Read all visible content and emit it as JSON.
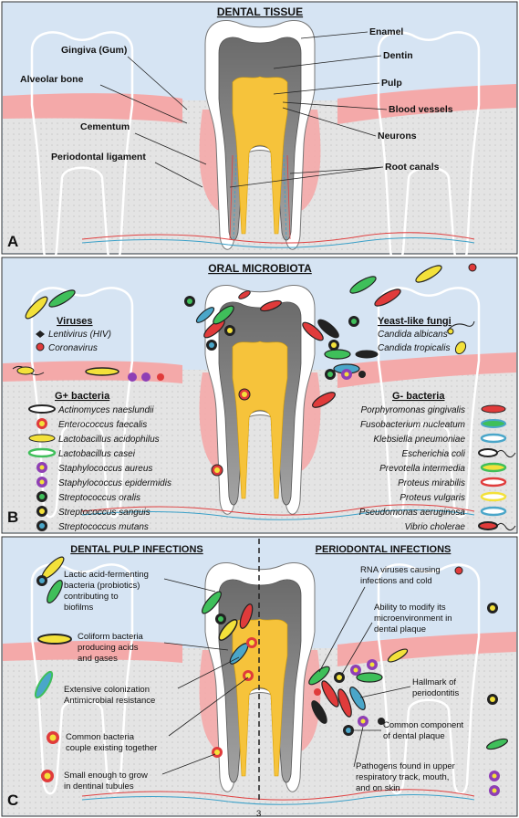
{
  "panelA": {
    "letter": "A",
    "title": "DENTAL TISSUE",
    "labels": {
      "enamel": "Enamel",
      "dentin": "Dentin",
      "pulp": "Pulp",
      "blood_vessels": "Blood vessels",
      "neurons": "Neurons",
      "root_canals": "Root canals",
      "gingiva": "Gingiva (Gum)",
      "alveolar_bone": "Alveolar bone",
      "cementum": "Cementum",
      "periodontal_ligament": "Periodontal ligament"
    }
  },
  "panelB": {
    "letter": "B",
    "title": "ORAL MICROBIOTA",
    "viruses": {
      "heading": "Viruses",
      "items": [
        "Lentivirus (HIV)",
        "Coronavirus"
      ]
    },
    "fungi": {
      "heading": "Yeast-like fungi",
      "items": [
        "Candida albicans",
        "Candida tropicalis"
      ]
    },
    "gpos": {
      "heading": "G+ bacteria",
      "items": [
        {
          "name": "Actinomyces naeslundii",
          "icon": "black-rod-icon"
        },
        {
          "name": "Enterococcus faecalis",
          "icon": "red-ring-coccus-icon"
        },
        {
          "name": "Lactobacillus acidophilus",
          "icon": "yellow-rod-icon"
        },
        {
          "name": "Lactobacillus casei",
          "icon": "green-rod-icon"
        },
        {
          "name": "Staphylococcus aureus",
          "icon": "purple-coccus-icon"
        },
        {
          "name": "Staphylococcus epidermidis",
          "icon": "purple-coccus-icon"
        },
        {
          "name": "Streptococcus oralis",
          "icon": "green-coccus-icon"
        },
        {
          "name": "Streptococcus sanguis",
          "icon": "yellow-coccus-icon"
        },
        {
          "name": "Streptococcus mutans",
          "icon": "teal-coccus-icon"
        }
      ]
    },
    "gneg": {
      "heading": "G- bacteria",
      "items": [
        {
          "name": "Porphyromonas gingivalis",
          "icon": "red-rod-icon"
        },
        {
          "name": "Fusobacterium nucleatum",
          "icon": "green-rod-icon"
        },
        {
          "name": "Klebsiella pneumoniae",
          "icon": "blue-rod-icon"
        },
        {
          "name": "Escherichia coli",
          "icon": "flagellated-rod-icon"
        },
        {
          "name": "Prevotella intermedia",
          "icon": "green-rod-icon"
        },
        {
          "name": "Proteus mirabilis",
          "icon": "red-rod-icon"
        },
        {
          "name": "Proteus vulgaris",
          "icon": "yellow-rod-icon"
        },
        {
          "name": "Pseudomonas aeruginosa",
          "icon": "teal-rod-icon"
        },
        {
          "name": "Vibrio cholerae",
          "icon": "flagellated-rod-icon"
        }
      ]
    }
  },
  "panelC": {
    "letter": "C",
    "left_title": "DENTAL PULP INFECTIONS",
    "right_title": "PERIODONTAL INFECTIONS",
    "page_number": "3",
    "left_notes": [
      [
        "Lactic acid-fermenting",
        "bacteria (probiotics)",
        "contributing to",
        "biofilms"
      ],
      [
        "Coliform bacteria",
        "producing acids",
        "and gases"
      ],
      [
        "Extensive colonization",
        "Antimicrobial resistance"
      ],
      [
        "Common bacteria",
        "couple existing together"
      ],
      [
        "Small enough to grow",
        "in dentinal tubules"
      ]
    ],
    "right_notes": [
      [
        "RNA viruses causing",
        "infections and cold"
      ],
      [
        "Ability to modify its",
        "microenvironment in",
        "dental plaque"
      ],
      [
        "Hallmark of",
        "periodontitis"
      ],
      [
        "Common component",
        "of dental plaque"
      ],
      [
        "Pathogens found in upper",
        "respiratory track, mouth,",
        "and on skin"
      ]
    ]
  },
  "colors": {
    "background": "#d6e4f3",
    "gum": "#f4a9a9",
    "bone": "#e3e3e3",
    "enamel": "#ffffff",
    "dentin": "#8c8c8c",
    "pulp": "#f6c33b"
  }
}
